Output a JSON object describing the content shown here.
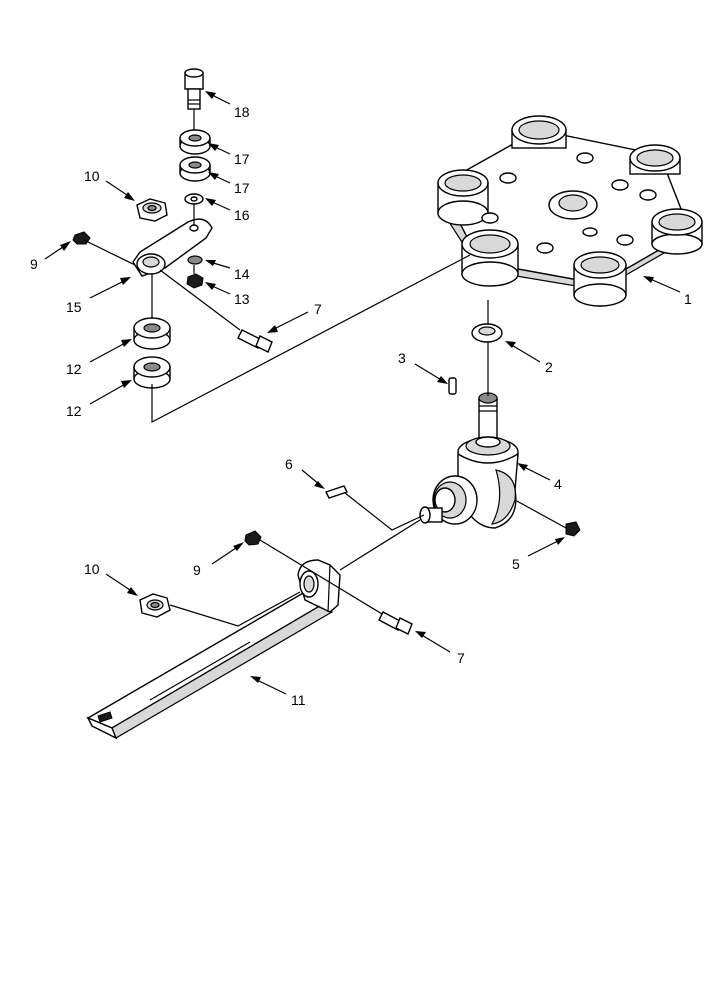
{
  "callouts": {
    "c1": "1",
    "c2": "2",
    "c3": "3",
    "c4": "4",
    "c5": "5",
    "c6": "6",
    "c7a": "7",
    "c7b": "7",
    "c9a": "9",
    "c9b": "9",
    "c10a": "10",
    "c10b": "10",
    "c11": "11",
    "c12a": "12",
    "c12b": "12",
    "c13": "13",
    "c14": "14",
    "c15": "15",
    "c16": "16",
    "c17a": "17",
    "c17b": "17",
    "c18": "18"
  }
}
